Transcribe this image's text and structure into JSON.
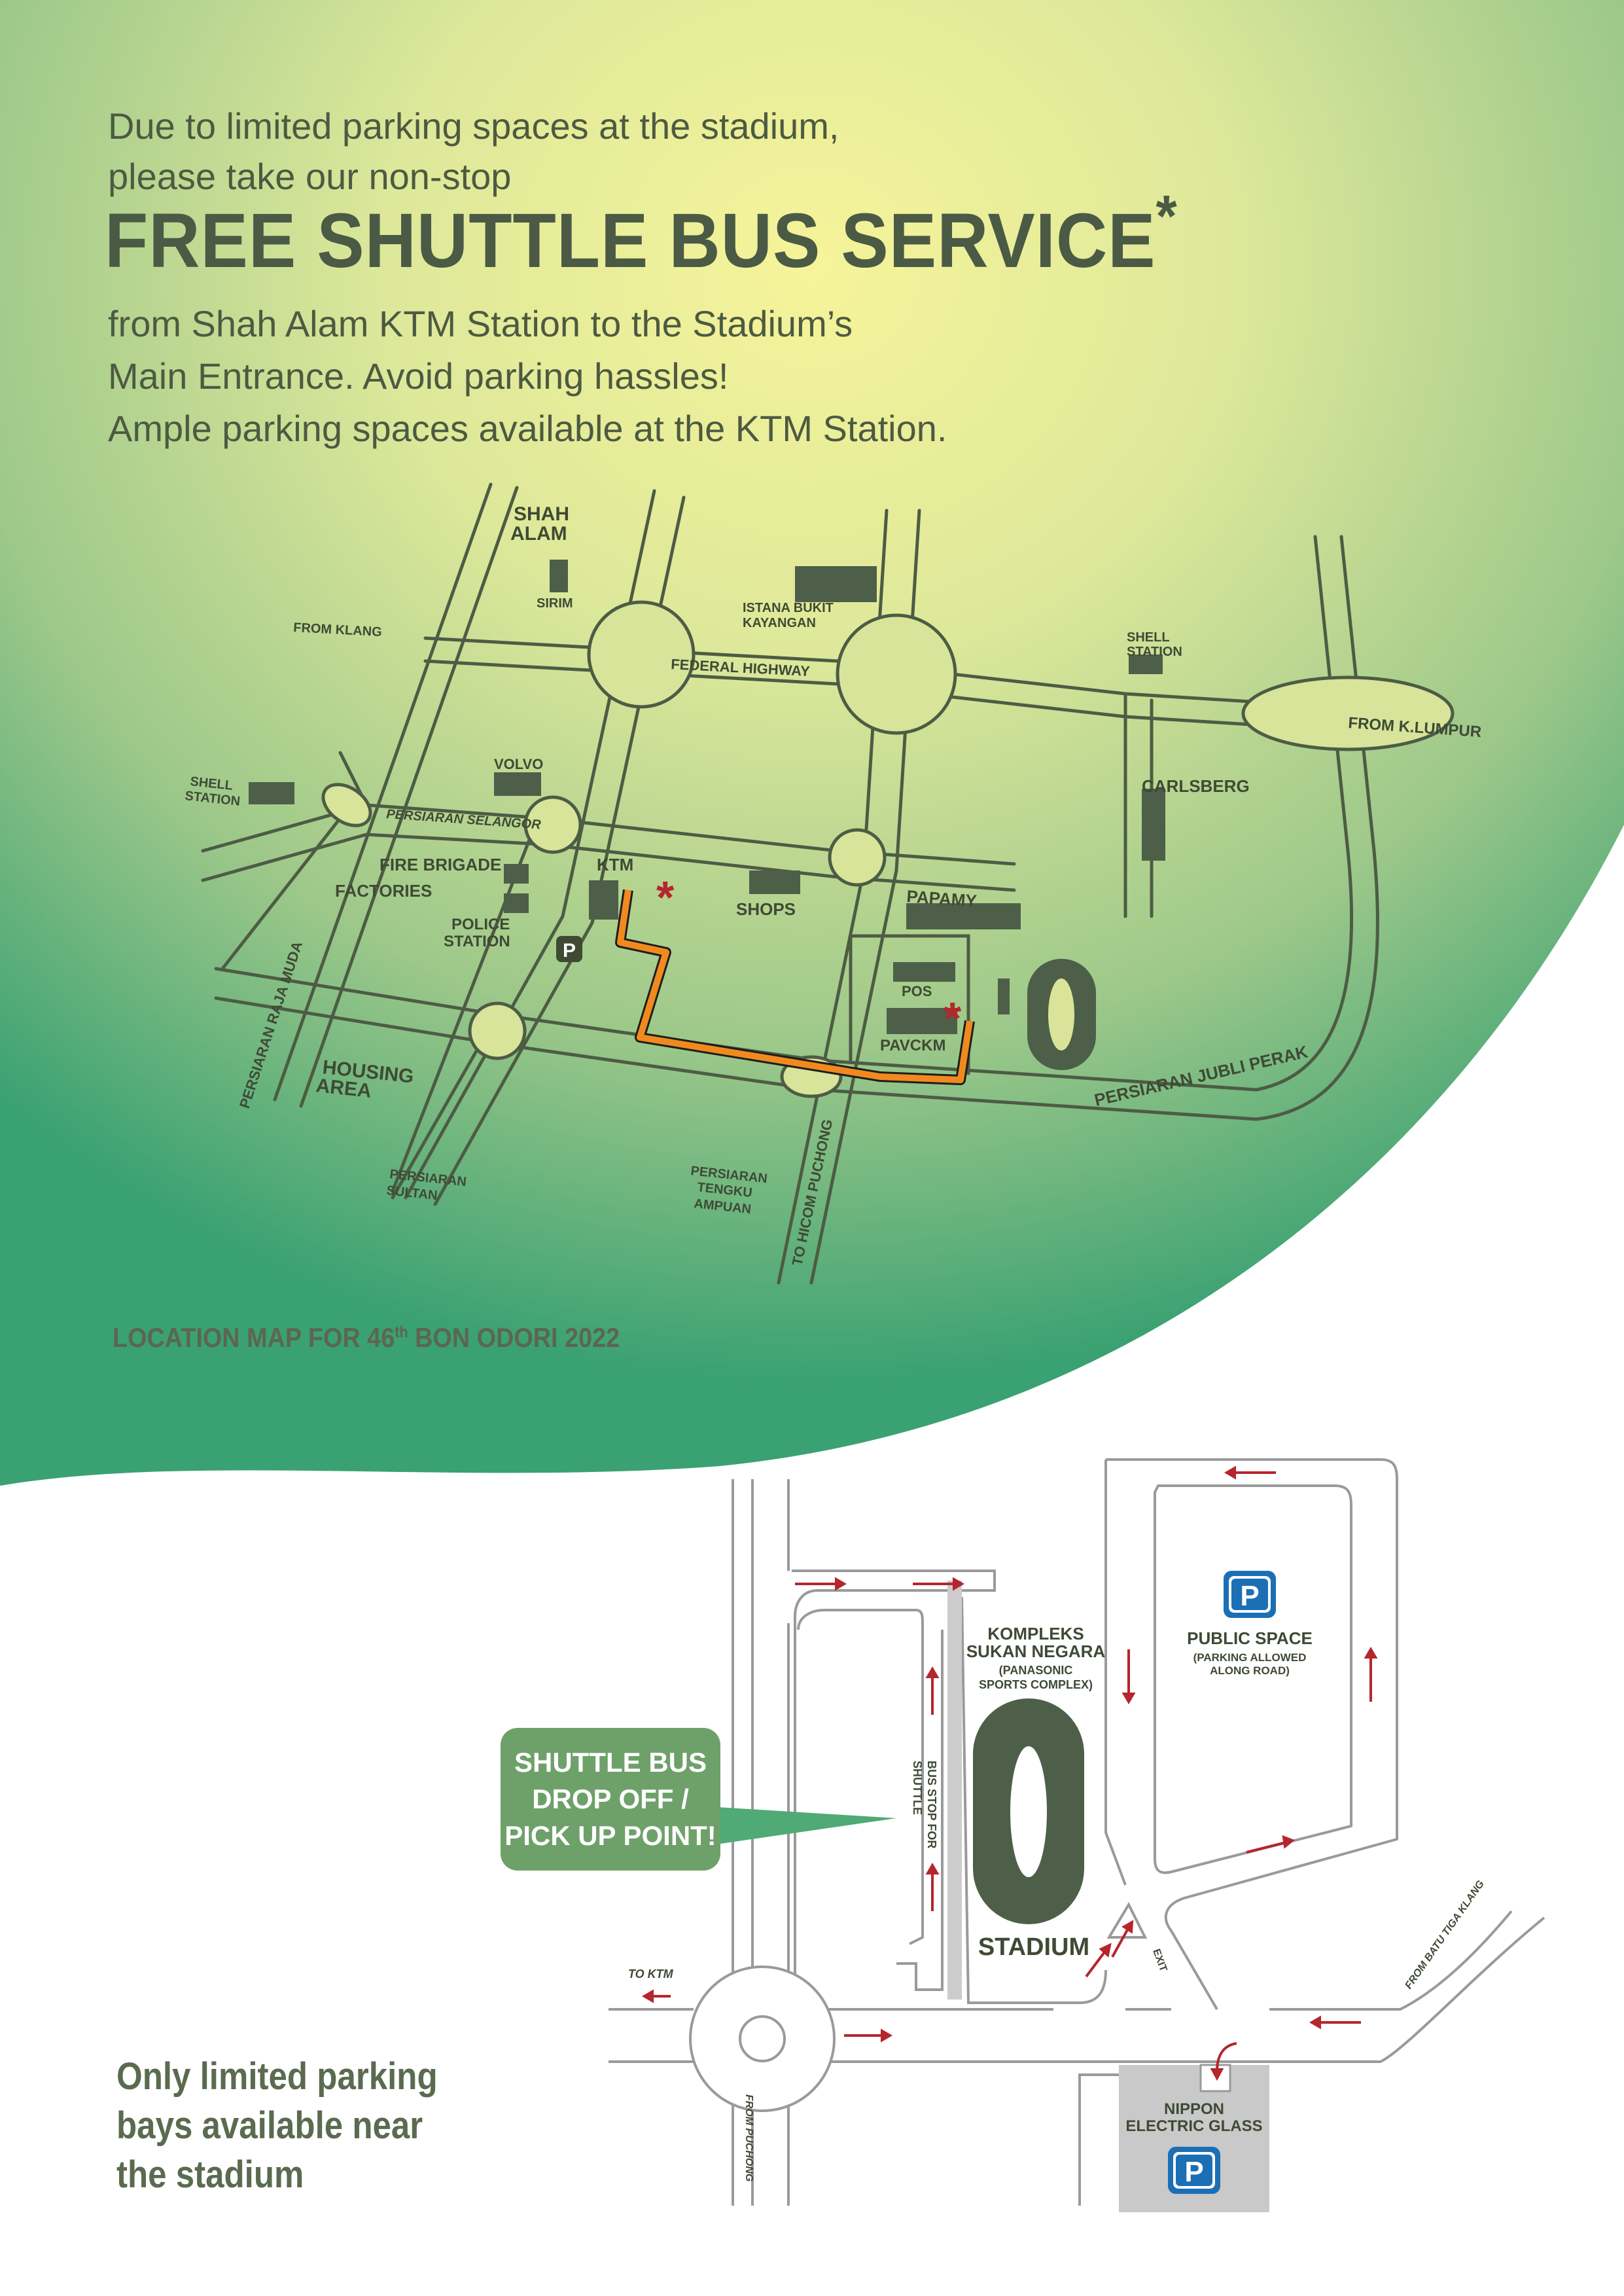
{
  "intro": {
    "line1": "Due to limited parking spaces at the stadium,",
    "line2": "please take our non-stop",
    "headline": "FREE SHUTTLE BUS SERVICE",
    "headline_mark": "*",
    "line3": "from Shah Alam KTM Station to the Stadium’s",
    "line4": "Main Entrance. Avoid parking hassles!",
    "line5": "Ample parking spaces available at the KTM Station."
  },
  "map1": {
    "labels": {
      "shah": "SHAH",
      "alam": "ALAM",
      "sirim": "SIRIM",
      "istana1": "ISTANA BUKIT",
      "istana2": "KAYANGAN",
      "from_klang": "FROM KLANG",
      "federal_highway": "FEDERAL HIGHWAY",
      "shell1a": "SHELL",
      "shell1b": "STATION",
      "shell2a": "SHELL",
      "shell2b": "STATION",
      "from_klumpur": "FROM K.LUMPUR",
      "volvo": "VOLVO",
      "persiaran_selangor": "PERSIARAN SELANGOR",
      "carlsberg": "CARLSBERG",
      "fire_brigade": "FIRE BRIGADE",
      "factories": "FACTORIES",
      "police1": "POLICE",
      "police2": "STATION",
      "ktm": "KTM",
      "shops": "SHOPS",
      "papamy": "PAPAMY",
      "pos": "POS",
      "pavckm": "PAVCKM",
      "raja_muda": "PERSIARAN RAJA MUDA",
      "housing1": "HOUSING",
      "housing2": "AREA",
      "jubli_perak": "PERSIARAN JUBLI PERAK",
      "hicom": "TO HICOM PUCHONG",
      "sultan1": "PERSIARAN",
      "sultan2": "SULTAN",
      "tengku1": "PERSIARAN",
      "tengku2": "TENGKU",
      "tengku3": "AMPUAN",
      "parking": "P",
      "stadium_mark": "0",
      "asterisk": "*"
    }
  },
  "caption": {
    "prefix": "LOCATION MAP FOR 46",
    "sup": "th",
    "suffix": " BON ODORI 2022"
  },
  "map2": {
    "labels": {
      "kompleks1": "KOMPLEKS",
      "kompleks2": "SUKAN NEGARA",
      "panasonic1": "(PANASONIC",
      "panasonic2": "SPORTS COMPLEX)",
      "public_space": "PUBLIC SPACE",
      "parking_allowed1": "(PARKING ALLOWED",
      "parking_allowed2": "ALONG ROAD)",
      "bus_stop1": "BUS STOP FOR",
      "bus_stop2": "SHUTTLE",
      "stadium": "STADIUM",
      "stadium_mark": "0",
      "exit": "EXIT",
      "to_ktm": "TO KTM",
      "from_puchong": "FROM PUCHONG",
      "from_batu": "FROM BATU TIGA KLANG",
      "nippon1": "NIPPON",
      "nippon2": "ELECTRIC GLASS",
      "parking": "P"
    }
  },
  "callout": {
    "line1": "SHUTTLE BUS",
    "line2": "DROP OFF /",
    "line3": "PICK UP POINT!"
  },
  "note": {
    "line1": "Only limited parking",
    "line2": "bays available near",
    "line3": "the stadium"
  },
  "colors": {
    "route": "#f08a1e",
    "asterisk": "#b5262d",
    "arrow": "#b5262d",
    "building": "#4d5f48",
    "parking_blue": "#1b6fb5"
  }
}
